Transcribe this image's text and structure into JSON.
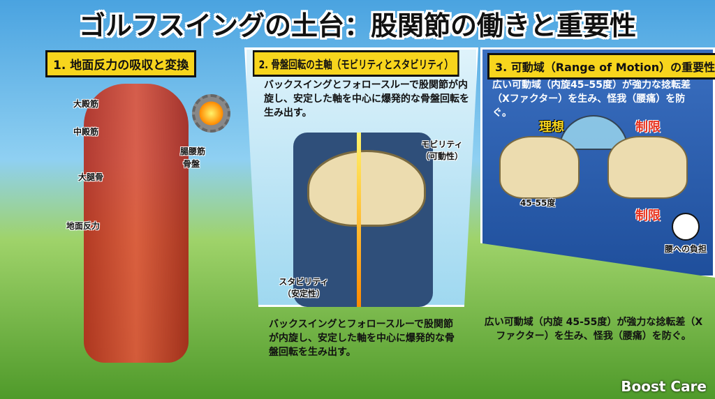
{
  "title": "ゴルフスイングの土台：股関節の働きと重要性",
  "panel1": {
    "header": "1. 地面反力の吸収と変換",
    "labels": [
      "大殿筋",
      "中殿筋",
      "腸腰筋",
      "骨盤",
      "大腿骨",
      "地面反力"
    ]
  },
  "panel2": {
    "header": "2. 骨盤回転の主軸（モビリティとスタビリティ）",
    "text": "バックスイングとフォロースルーで股関節が内旋し、安定した軸を中心に爆発的な骨盤回転を生み出す。",
    "mobility": "モビリティ（可動性）",
    "stability": "スタビリティ（安定性）",
    "bottom_text": "バックスイングとフォロースルーで股関節が内旋し、安定した軸を中心に爆発的な骨盤回転を生み出す。"
  },
  "panel3": {
    "header": "3. 可動域（Range of Motion）の重要性",
    "text": "広い可動域（内旋45–55度）が強力な捻転差（Xファクター）を生み、怪我（腰痛）を防ぐ。",
    "ideal": "理想",
    "limited": "制限",
    "angle": "45-55度",
    "limited2": "制限",
    "back_load": "腰への負担",
    "bottom_text": "広い可動域（内旋 45-55度）が強力な捻転差（Xファクター）を生み、怪我（腰痛）を防ぐ。"
  },
  "logo": "Boost Care",
  "colors": {
    "header_bg": "#f7d51d",
    "panel3_bg": "#2a5aa8",
    "limit_red": "#e8321e"
  }
}
